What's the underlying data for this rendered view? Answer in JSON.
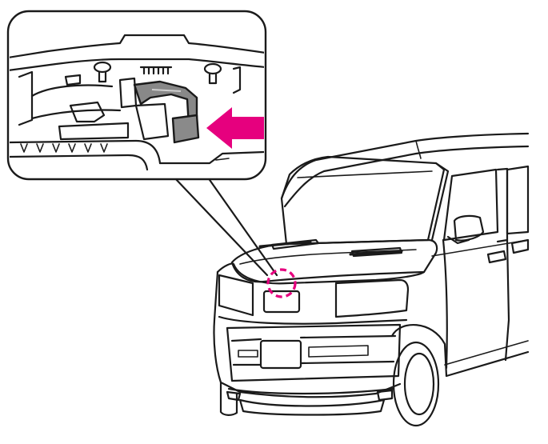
{
  "figure": {
    "subject": "car-front-hood-release-lever-location",
    "highlight_color": "#e6007e",
    "line_color": "#1a1a1a",
    "background": "#ffffff",
    "callout_shape": "rounded-rectangle",
    "arrow_direction": "left",
    "marker_style": "dashed-circle"
  }
}
